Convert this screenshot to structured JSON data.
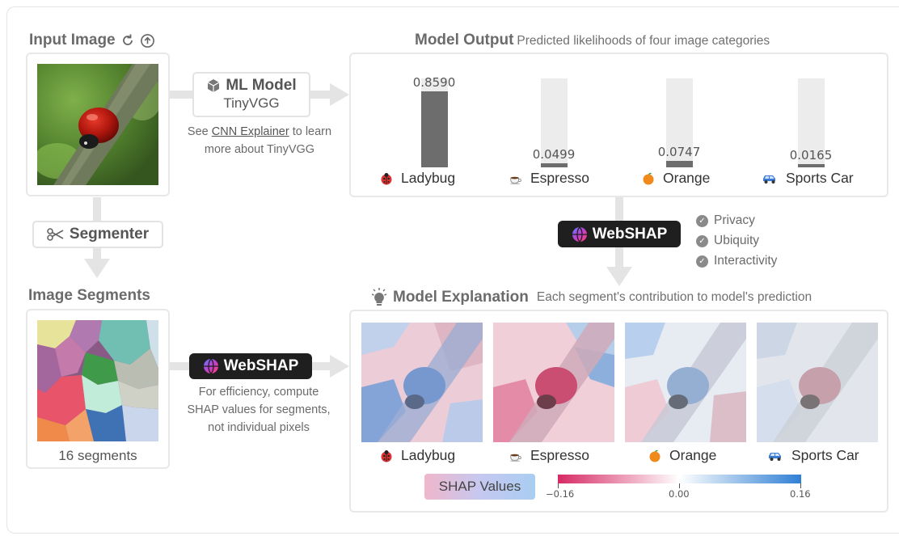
{
  "input_panel": {
    "title": "Input Image",
    "refresh_icon": "refresh-icon",
    "upload_icon": "upload-icon"
  },
  "model_box": {
    "title": "ML Model",
    "subtitle": "TinyVGG",
    "icon": "cube-icon"
  },
  "model_note": {
    "prefix": "See ",
    "link": "CNN Explainer",
    "suffix": " to learn",
    "line2": "more about TinyVGG"
  },
  "segmenter": {
    "label": "Segmenter",
    "icon": "scissors-icon"
  },
  "segments_panel": {
    "title": "Image Segments",
    "count_label": "16 segments"
  },
  "webshap_bottom": {
    "label": "WebSHAP",
    "icon": "globe-icon"
  },
  "efficiency_note": {
    "line1": "For efficiency, compute",
    "line2": "SHAP values for segments,",
    "line3": "not individual pixels"
  },
  "output_panel": {
    "title": "Model Output",
    "subtitle": "Predicted likelihoods of four image categories"
  },
  "chart_data": {
    "type": "bar",
    "title": "Model Output",
    "subtitle": "Predicted likelihoods of four image categories",
    "categories": [
      "Ladybug",
      "Espresso",
      "Orange",
      "Sports Car"
    ],
    "values": [
      0.859,
      0.0499,
      0.0747,
      0.0165
    ],
    "value_labels": [
      "0.8590",
      "0.0499",
      "0.0747",
      "0.0165"
    ],
    "ylim": [
      0,
      1
    ],
    "grid": false,
    "colors": {
      "bar": "#6d6d6d",
      "track": "#ececec"
    }
  },
  "categories": [
    {
      "label": "Ladybug",
      "icon": "ladybug-icon"
    },
    {
      "label": "Espresso",
      "icon": "coffee-icon"
    },
    {
      "label": "Orange",
      "icon": "orange-icon"
    },
    {
      "label": "Sports Car",
      "icon": "car-icon"
    }
  ],
  "webshap_mid": {
    "label": "WebSHAP",
    "icon": "globe-icon"
  },
  "features": [
    "Privacy",
    "Ubiquity",
    "Interactivity"
  ],
  "explanation_panel": {
    "title": "Model Explanation",
    "subtitle": "Each segment's contribution to model's prediction",
    "icon": "lightbulb-icon"
  },
  "shap_legend": {
    "label": "SHAP Values",
    "min_label": "−0.16",
    "mid_label": "0.00",
    "max_label": "0.16",
    "colors": {
      "negative": "#d62a63",
      "neutral": "#ffffff",
      "positive": "#2f7fd4"
    }
  }
}
